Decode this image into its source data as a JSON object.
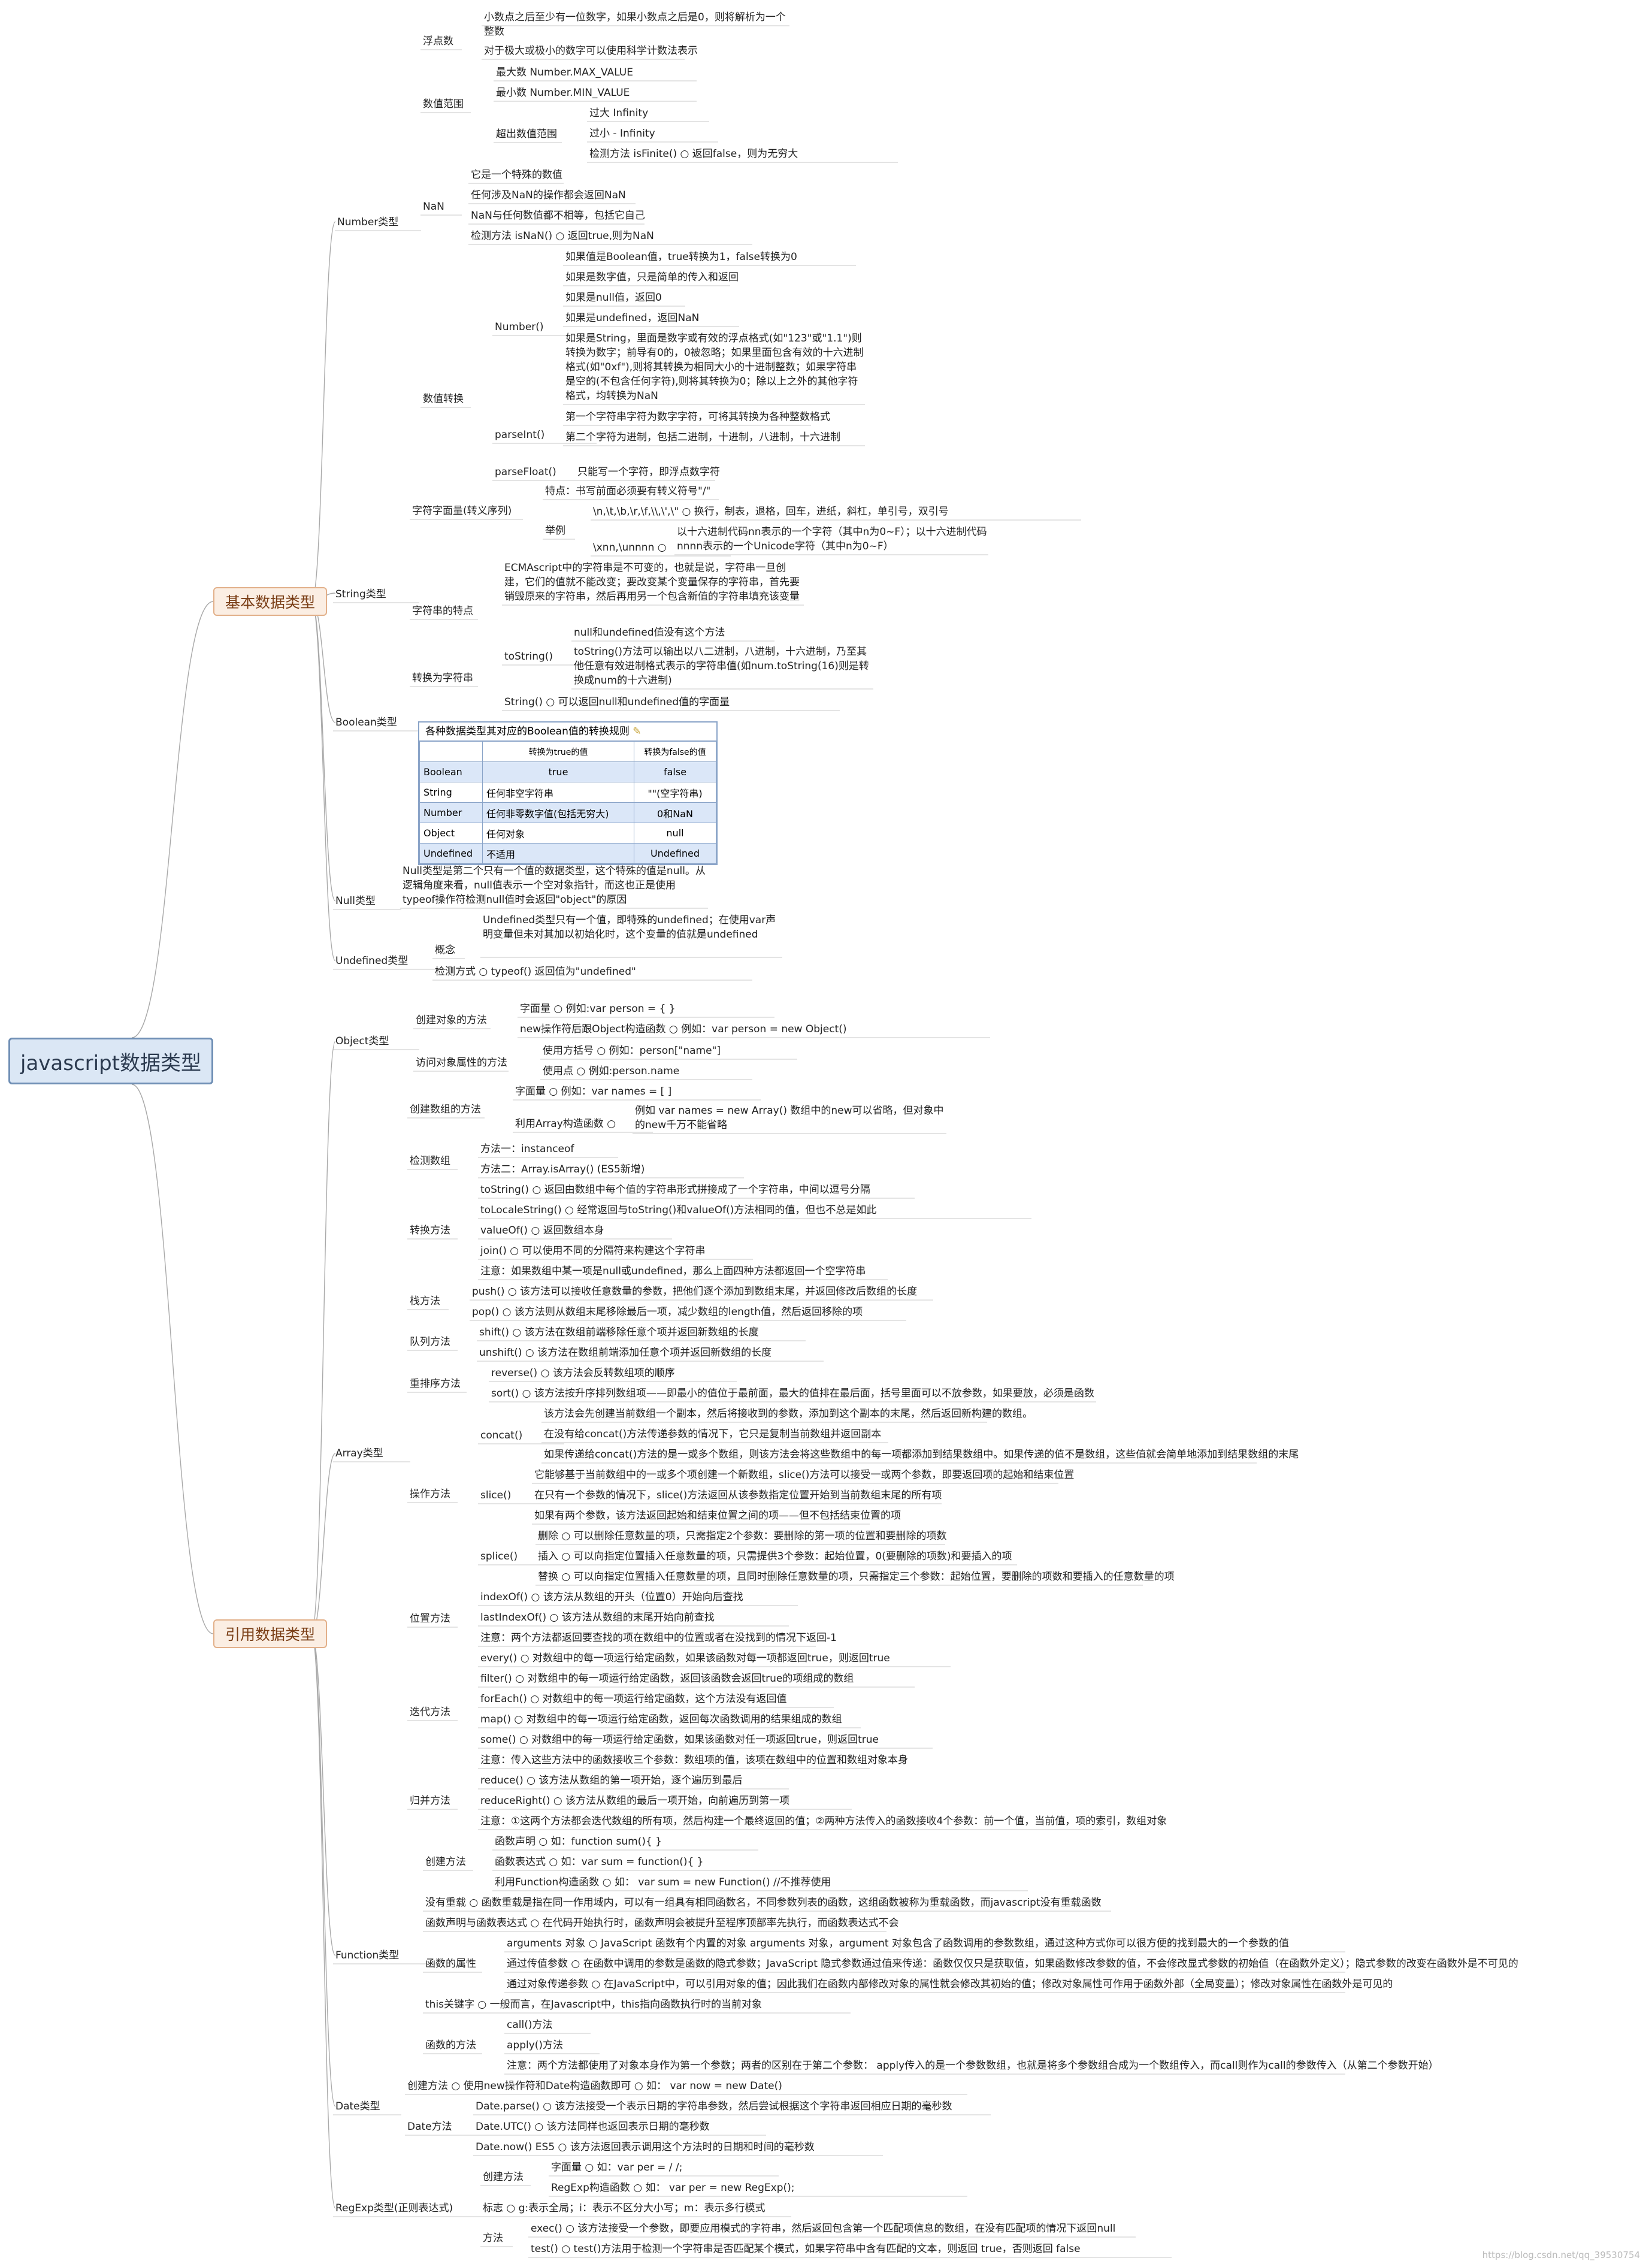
{
  "root": "javascript数据类型",
  "main_basic": "基本数据类型",
  "main_ref": "引用数据类型",
  "nodes": [
    [
      "Number类型",
      563,
      359,
      0
    ],
    [
      "浮点数",
      706,
      57,
      0
    ],
    [
      "小数点之后至少有一位数字，如果小数点之后是0，则将解析为一个整数",
      808,
      17,
      1,
      510
    ],
    [
      "对于极大或极小的数字可以使用科学计数法表示",
      808,
      73,
      0
    ],
    [
      "数值范围",
      706,
      162,
      0
    ],
    [
      "最大数  Number.MAX_VALUE",
      828,
      109,
      0
    ],
    [
      "最小数  Number.MIN_VALUE",
      828,
      143,
      0
    ],
    [
      "超出数值范围",
      828,
      212,
      0
    ],
    [
      "过大  Infinity",
      984,
      177,
      0
    ],
    [
      "过小 - Infinity",
      984,
      211,
      0
    ],
    [
      "检测方法 isFinite()  ○  返回false，则为无穷大",
      984,
      245,
      0
    ],
    [
      "NaN",
      706,
      333,
      0
    ],
    [
      "它是一个特殊的数值",
      786,
      280,
      0
    ],
    [
      "任何涉及NaN的操作都会返回NaN",
      786,
      314,
      0
    ],
    [
      "NaN与任何数值都不相等，包括它自己",
      786,
      348,
      0
    ],
    [
      "检测方法  isNaN()  ○  返回true,则为NaN",
      786,
      382,
      0
    ],
    [
      "数值转换",
      706,
      654,
      0
    ],
    [
      "Number()",
      826,
      534,
      0
    ],
    [
      "如果值是Boolean值，true转换为1，false转换为0",
      944,
      417,
      0
    ],
    [
      "如果是数字值，只是简单的传入和返回",
      944,
      451,
      0
    ],
    [
      "如果是null值，返回0",
      944,
      485,
      0
    ],
    [
      "如果是undefined，返回NaN",
      944,
      519,
      0
    ],
    [
      "如果是String，里面是数字或有效的浮点格式(如\"123\"或\"1.1\")则 转换为数字；前导有0的，0被忽略；如果里面包含有效的十六进制格式(如\"0xf\"),则将其转换为相同大小的十进制整数；如果字符串是空的(不包含任何字符),则将其转换为0；除以上之外的其他字符格式，均转换为NaN",
      944,
      553,
      1,
      500
    ],
    [
      "parseInt()",
      826,
      714,
      0
    ],
    [
      "第一个字符串字符为数字字符，可将其转换为各种整数格式",
      944,
      684,
      0
    ],
    [
      "第二个字符为进制，包括二进制，十进制，八进制，十六进制",
      944,
      718,
      1,
      500
    ],
    [
      "parseFloat()",
      826,
      776,
      0
    ],
    [
      "只能写一个字符，即浮点数字符",
      964,
      776,
      0
    ],
    [
      "String类型",
      560,
      980,
      0
    ],
    [
      "字符字面量(转义序列)",
      688,
      841,
      0
    ],
    [
      "特点：书写前面必须要有转义符号\"/\"",
      910,
      808,
      0
    ],
    [
      "举例",
      910,
      874,
      0
    ],
    [
      "\\n,\\t,\\b,\\r,\\f,\\\\,\\',\\\"  ○  换行，制表，退格，回车，进纸，斜杠，单引号，双引号",
      990,
      842,
      0
    ],
    [
      "以十六进制代码nn表示的一个字符（其中n为0~F）；以十六进制代码nnnn表示的一个Unicode字符（其中n为0~F）",
      1130,
      876,
      1,
      520
    ],
    [
      "\\xnn,\\unnnn  ○",
      990,
      902,
      0
    ],
    [
      "字符串的特点",
      688,
      1008,
      0
    ],
    [
      "ECMAscript中的字符串是不可变的，也就是说，字符串一旦创建，它们的值就不能改变；要改变某个变量保存的字符串，首先要销毁原来的字符串，然后再用另一个包含新值的字符串填充该变量",
      842,
      936,
      1,
      500
    ],
    [
      "转换为字符串",
      688,
      1120,
      0
    ],
    [
      "toString()",
      842,
      1084,
      0
    ],
    [
      "null和undefined值没有这个方法",
      958,
      1044,
      0
    ],
    [
      "toString()方法可以输出以八二进制，八进制，十六进制，乃至其他任意有效进制格式表示的字符串值(如num.toString(16)则是转换成num的十六进制)",
      958,
      1076,
      1,
      500
    ],
    [
      "String()  ○  可以返回null和undefined值的字面量",
      842,
      1160,
      0
    ],
    [
      "Boolean类型",
      560,
      1194,
      0
    ],
    [
      "Null类型",
      560,
      1492,
      0
    ],
    [
      "Null类型是第二个只有一个值的数据类型，这个特殊的值是null。从逻辑角度来看，null值表示一个空对象指针，而这也正是使用typeof操作符检测null值时会返回\"object\"的原因",
      672,
      1442,
      1,
      510
    ],
    [
      "Undefined类型",
      560,
      1592,
      0
    ],
    [
      "概念",
      726,
      1574,
      0
    ],
    [
      "Undefined类型只有一个值，即特殊的undefined；在使用var声明变量但未对其加以初始化时，这个变量的值就是undefined",
      806,
      1524,
      1,
      500
    ],
    [
      "检测方式  ○  typeof()  返回值为\"undefined\"",
      726,
      1610,
      0
    ],
    [
      "Object类型",
      560,
      1726,
      0
    ],
    [
      "创建对象的方法",
      694,
      1691,
      0
    ],
    [
      "字面量  ○  例如:var person = { }",
      868,
      1672,
      0
    ],
    [
      "new操作符后跟Object构造函数  ○  例如：var person = new Object()",
      868,
      1706,
      0
    ],
    [
      "访问对象属性的方法",
      694,
      1762,
      0
    ],
    [
      "使用方括号  ○  例如：person[\"name\"]",
      906,
      1742,
      0
    ],
    [
      "使用点  ○  例如:person.name",
      906,
      1776,
      0
    ],
    [
      "Array类型",
      560,
      2414,
      0
    ],
    [
      "创建数组的方法",
      684,
      1840,
      0
    ],
    [
      "字面量  ○  例如：var names = [ ]",
      860,
      1810,
      0
    ],
    [
      "例如 var names = new Array()  数组中的new可以省略，但对象中的new千万不能省略",
      1060,
      1842,
      1,
      520
    ],
    [
      "利用Array构造函数  ○",
      860,
      1864,
      0
    ],
    [
      "检测数组",
      684,
      1926,
      0
    ],
    [
      "方法一：instanceof",
      802,
      1906,
      0
    ],
    [
      "方法二：Array.isArray()  (ES5新增)",
      802,
      1940,
      0
    ],
    [
      "转换方法",
      684,
      2042,
      0
    ],
    [
      "toString()  ○  返回由数组中每个值的字符串形式拼接成了一个字符串，中间以逗号分隔",
      802,
      1974,
      0
    ],
    [
      "toLocaleString()  ○  经常返回与toString()和valueOf()方法相同的值，但也不总是如此",
      802,
      2008,
      0
    ],
    [
      "valueOf()  ○  返回数组本身",
      802,
      2042,
      0
    ],
    [
      "join()  ○  可以使用不同的分隔符来构建这个字符串",
      802,
      2076,
      0
    ],
    [
      "注意：如果数组中某一项是null或undefined，那么上面四种方法都返回一个空字符串",
      802,
      2110,
      0
    ],
    [
      "栈方法",
      684,
      2160,
      0
    ],
    [
      "push()  ○  该方法可以接收任意数量的参数，把他们逐个添加到数组末尾，并返回修改后数组的长度",
      788,
      2144,
      0
    ],
    [
      "pop()  ○  该方法则从数组末尾移除最后一项，减少数组的length值，然后返回移除的项",
      788,
      2178,
      0
    ],
    [
      "队列方法",
      684,
      2228,
      0
    ],
    [
      "shift()  ○  该方法在数组前端移除任意个项并返回新数组的长度",
      800,
      2212,
      0
    ],
    [
      "unshift()  ○  该方法在数组前端添加任意个项并返回新数组的长度",
      800,
      2246,
      0
    ],
    [
      "重排序方法",
      684,
      2298,
      0
    ],
    [
      "reverse()  ○  该方法会反转数组项的顺序",
      820,
      2280,
      0
    ],
    [
      "sort()  ○  该方法按升序排列数组项——即最小的值位于最前面，最大的值排在最后面，括号里面可以不放参数，如果要放，必须是函数",
      820,
      2314,
      0
    ],
    [
      "操作方法",
      684,
      2482,
      0
    ],
    [
      "concat()",
      802,
      2384,
      0
    ],
    [
      "该方法会先创建当前数组一个副本，然后将接收到的参数，添加到这个副本的末尾，然后返回新构建的数组。",
      908,
      2348,
      0
    ],
    [
      "在没有给concat()方法传递参数的情况下，它只是复制当前数组并返回副本",
      908,
      2382,
      0
    ],
    [
      "如果传递给concat()方法的是一或多个数组，则该方法会将这些数组中的每一项都添加到结果数组中。如果传递的值不是数组，这些值就会简单地添加到结果数组的末尾",
      908,
      2416,
      0
    ],
    [
      "slice()",
      802,
      2484,
      0
    ],
    [
      "它能够基于当前数组中的一或多个项创建一个新数组，slice()方法可以接受一或两个参数，即要返回项的起始和结束位置",
      892,
      2450,
      0
    ],
    [
      "在只有一个参数的情况下，slice()方法返回从该参数指定位置开始到当前数组末尾的所有项",
      892,
      2484,
      0
    ],
    [
      "如果有两个参数，该方法返回起始和结束位置之间的项——但不包括结束位置的项",
      892,
      2518,
      0
    ],
    [
      "splice()",
      802,
      2586,
      0
    ],
    [
      "删除  ○  可以删除任意数量的项，只需指定2个参数：要删除的第一项的位置和要删除的项数",
      898,
      2552,
      0
    ],
    [
      "插入  ○  可以向指定位置插入任意数量的项，只需提供3个参数：起始位置，0(要删除的项数)和要插入的项",
      898,
      2586,
      0
    ],
    [
      "替换  ○  可以向指定位置插入任意数量的项，且同时删除任意数量的项，只需指定三个参数：起始位置，要删除的项数和要插入的任意数量的项",
      898,
      2620,
      0
    ],
    [
      "位置方法",
      684,
      2690,
      0
    ],
    [
      "indexOf()  ○  该方法从数组的开头（位置0）开始向后查找",
      802,
      2654,
      0
    ],
    [
      "lastIndexOf()  ○  该方法从数组的末尾开始向前查找",
      802,
      2688,
      0
    ],
    [
      "注意：两个方法都返回要查找的项在数组中的位置或者在没找到的情况下返回-1",
      802,
      2722,
      0
    ],
    [
      "迭代方法",
      684,
      2846,
      0
    ],
    [
      "every()  ○  对数组中的每一项运行给定函数，如果该函数对每一项都返回true，则返回true",
      802,
      2756,
      0
    ],
    [
      "filter()  ○  对数组中的每一项运行给定函数，返回该函数会返回true的项组成的数组",
      802,
      2790,
      0
    ],
    [
      "forEach()  ○  对数组中的每一项运行给定函数，这个方法没有返回值",
      802,
      2824,
      0
    ],
    [
      "map()  ○  对数组中的每一项运行给定函数，返回每次函数调用的结果组成的数组",
      802,
      2858,
      0
    ],
    [
      "some()  ○  对数组中的每一项运行给定函数，如果该函数对任一项返回true，则返回true",
      802,
      2892,
      0
    ],
    [
      "注意：传入这些方法中的函数接收三个参数：数组项的值，该项在数组中的位置和数组对象本身",
      802,
      2926,
      0
    ],
    [
      "归并方法",
      684,
      2994,
      0
    ],
    [
      "reduce()  ○  该方法从数组的第一项开始，逐个遍历到最后",
      802,
      2960,
      0
    ],
    [
      "reduceRight()  ○  该方法从数组的最后一项开始，向前遍历到第一项",
      802,
      2994,
      0
    ],
    [
      "注意：①这两个方法都会迭代数组的所有项，然后构建一个最终返回的值；②两种方法传入的函数接收4个参数：前一个值，当前值，项的索引，数组对象",
      802,
      3028,
      0
    ],
    [
      "Function类型",
      560,
      3252,
      0
    ],
    [
      "创建方法",
      710,
      3096,
      0
    ],
    [
      "函数声明  ○  如：function sum(){ }",
      826,
      3062,
      0
    ],
    [
      "函数表达式  ○  如：var sum = function(){ }",
      826,
      3096,
      0
    ],
    [
      "利用Function构造函数  ○  如：  var  sum = new  Function()  //不推荐使用",
      826,
      3130,
      0
    ],
    [
      "没有重载  ○  函数重载是指在同一作用域内，可以有一组具有相同函数名，不同参数列表的函数，这组函数被称为重载函数，而javascript没有重载函数",
      710,
      3164,
      0
    ],
    [
      "函数声明与函数表达式  ○  在代码开始执行时，函数声明会被提升至程序顶部率先执行，而函数表达式不会",
      710,
      3198,
      0
    ],
    [
      "函数的属性",
      710,
      3266,
      0
    ],
    [
      "arguments 对象  ○  JavaScript 函数有个内置的对象 arguments 对象，argument 对象包含了函数调用的参数数组，通过这种方式你可以很方便的找到最大的一个参数的值",
      846,
      3232,
      0
    ],
    [
      "通过传值参数  ○  在函数中调用的参数是函数的隐式参数；JavaScript 隐式参数通过值来传递：函数仅仅只是获取值，如果函数修改参数的值，不会修改显式参数的初始值（在函数外定义）；隐式参数的改变在函数外是不可见的",
      846,
      3266,
      0
    ],
    [
      "通过对象传递参数  ○  在JavaScript中，可以引用对象的值；因此我们在函数内部修改对象的属性就会修改其初始的值；修改对象属性可作用于函数外部（全局变量）；修改对象属性在函数外是可见的",
      846,
      3300,
      0
    ],
    [
      "this关键字  ○  一般而言，在Javascript中，this指向函数执行时的当前对象",
      710,
      3334,
      0
    ],
    [
      "函数的方法",
      710,
      3402,
      0
    ],
    [
      "call()方法",
      846,
      3368,
      0
    ],
    [
      "apply()方法",
      846,
      3402,
      0
    ],
    [
      "注意：两个方法都使用了对象本身作为第一个参数；两者的区别在于第二个参数： apply传入的是一个参数数组，也就是将多个参数组合成为一个数组传入，而call则作为call的参数传入（从第二个参数开始）",
      846,
      3436,
      0
    ],
    [
      "Date类型",
      560,
      3504,
      0
    ],
    [
      "创建方法  ○  使用new操作符和Date构造函数即可  ○  如：  var  now  =  new  Date()",
      680,
      3470,
      0
    ],
    [
      "Date方法",
      680,
      3538,
      0
    ],
    [
      "Date.parse()  ○  该方法接受一个表示日期的字符串参数，然后尝试根据这个字符串返回相应日期的毫秒数",
      794,
      3504,
      0
    ],
    [
      "Date.UTC()  ○  该方法同样也返回表示日期的毫秒数",
      794,
      3538,
      0
    ],
    [
      "Date.now()  ES5  ○  该方法返回表示调用这个方法时的日期和时间的毫秒数",
      794,
      3572,
      0
    ],
    [
      "RegExp类型(正则表达式)",
      560,
      3674,
      0
    ],
    [
      "创建方法",
      806,
      3622,
      0
    ],
    [
      "字面量  ○  如：var per = / /;",
      920,
      3606,
      0
    ],
    [
      "RegExp构造函数  ○  如：  var per  =  new  RegExp();",
      920,
      3640,
      0
    ],
    [
      "标志  ○  g:表示全局；i：表示不区分大小写；m：表示多行模式",
      806,
      3674,
      0
    ],
    [
      "方法",
      806,
      3724,
      0
    ],
    [
      "exec()  ○  该方法接受一个参数，即要应用模式的字符串，然后返回包含第一个匹配项信息的数组，在没有匹配项的情况下返回null",
      886,
      3708,
      0
    ],
    [
      "test()  ○  test()方法用于检测一个字符串是否匹配某个模式，如果字符串中含有匹配的文本，则返回 true，否则返回 false",
      886,
      3742,
      0
    ]
  ],
  "boolean_table": {
    "title": "各种数据类型其对应的Boolean值的转换规则",
    "headers": [
      "",
      "转换为true的值",
      "转换为false的值"
    ],
    "rows": [
      [
        "Boolean",
        "true",
        "false"
      ],
      [
        "String",
        "任何非空字符串",
        "\"\"(空字符串)"
      ],
      [
        "Number",
        "任何非零数字值(包括无穷大)",
        "0和NaN"
      ],
      [
        "Object",
        "任何对象",
        "null"
      ],
      [
        "Undefined",
        "不适用",
        "Undefined"
      ]
    ]
  },
  "watermark": "https://blog.csdn.net/qq_39530754"
}
